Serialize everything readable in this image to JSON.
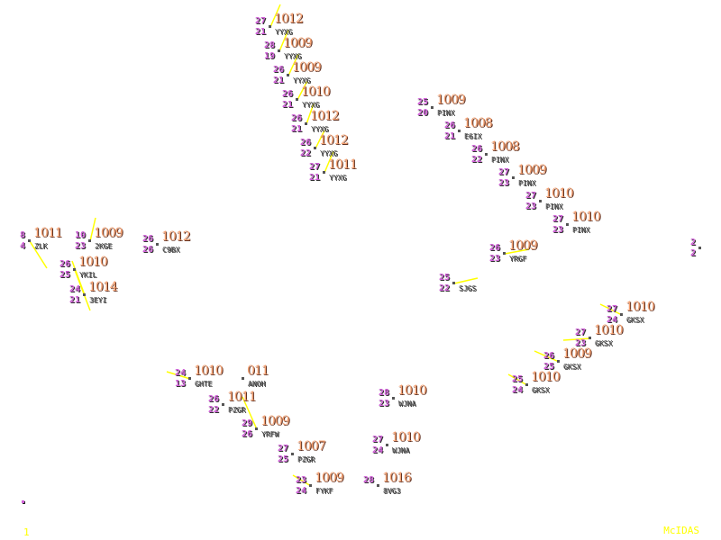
{
  "product": "McIDAS",
  "frame_number": "1",
  "colors": {
    "temperature": "#d060d8",
    "pressure": "#f4a070",
    "wind": "#ffff00",
    "id": "#555555"
  },
  "stations": [
    {
      "id": "YYXG",
      "temp": "27",
      "dew": "21",
      "pres": "1012"
    },
    {
      "id": "YYXG",
      "temp": "28",
      "dew": "19",
      "pres": "1009"
    },
    {
      "id": "YYXG",
      "temp": "26",
      "dew": "21",
      "pres": "1009"
    },
    {
      "id": "YYXG",
      "temp": "26",
      "dew": "21",
      "pres": "1010"
    },
    {
      "id": "YYXG",
      "temp": "26",
      "dew": "21",
      "pres": "1012"
    },
    {
      "id": "YYXG",
      "temp": "26",
      "dew": "22",
      "pres": "1012"
    },
    {
      "id": "YYXG",
      "temp": "27",
      "dew": "21",
      "pres": "1011"
    },
    {
      "id": "PINX",
      "temp": "25",
      "dew": "20",
      "pres": "1009"
    },
    {
      "id": "E6IX",
      "temp": "26",
      "dew": "21",
      "pres": "1008"
    },
    {
      "id": "PINX",
      "temp": "26",
      "dew": "22",
      "pres": "1008"
    },
    {
      "id": "PINX",
      "temp": "27",
      "dew": "23",
      "pres": "1009"
    },
    {
      "id": "PINX",
      "temp": "27",
      "dew": "23",
      "pres": "1010"
    },
    {
      "id": "PINX",
      "temp": "27",
      "dew": "23",
      "pres": "1010"
    },
    {
      "id": "ZLK",
      "temp": "8",
      "dew": "4",
      "pres": "1011"
    },
    {
      "id": "2KGE",
      "temp": "10",
      "dew": "23",
      "pres": "1009"
    },
    {
      "id": "C9BX",
      "temp": "26",
      "dew": "26",
      "pres": "1012"
    },
    {
      "id": "YKIL",
      "temp": "26",
      "dew": "25",
      "pres": "1010"
    },
    {
      "id": "3EYI",
      "temp": "24",
      "dew": "21",
      "pres": "1014"
    },
    {
      "id": "YRGF",
      "temp": "26",
      "dew": "23",
      "pres": "1009"
    },
    {
      "id": "SJGS",
      "temp": "25",
      "dew": "22",
      "pres": ""
    },
    {
      "id": "GKSX",
      "temp": "27",
      "dew": "24",
      "pres": "1010"
    },
    {
      "id": "GKSX",
      "temp": "27",
      "dew": "23",
      "pres": "1010"
    },
    {
      "id": "GKSX",
      "temp": "26",
      "dew": "25",
      "pres": "1009"
    },
    {
      "id": "GKSX",
      "temp": "25",
      "dew": "24",
      "pres": "1010"
    },
    {
      "id": "GHTE",
      "temp": "24",
      "dew": "13",
      "pres": "1010"
    },
    {
      "id": "ANOH",
      "temp": "",
      "dew": "",
      "pres": "011"
    },
    {
      "id": "PZGR",
      "temp": "26",
      "dew": "22",
      "pres": "1011"
    },
    {
      "id": "YRFW",
      "temp": "29",
      "dew": "26",
      "pres": "1009"
    },
    {
      "id": "WJNA",
      "temp": "28",
      "dew": "23",
      "pres": "1010"
    },
    {
      "id": "PZGR",
      "temp": "27",
      "dew": "25",
      "pres": "1007"
    },
    {
      "id": "WJNA",
      "temp": "27",
      "dew": "24",
      "pres": "1010"
    },
    {
      "id": "FYKF",
      "temp": "23",
      "dew": "24",
      "pres": "1009"
    },
    {
      "id": "8VG3",
      "temp": "28",
      "dew": "",
      "pres": "1016"
    },
    {
      "id": "",
      "temp": "2",
      "dew": "2",
      "pres": ""
    }
  ]
}
